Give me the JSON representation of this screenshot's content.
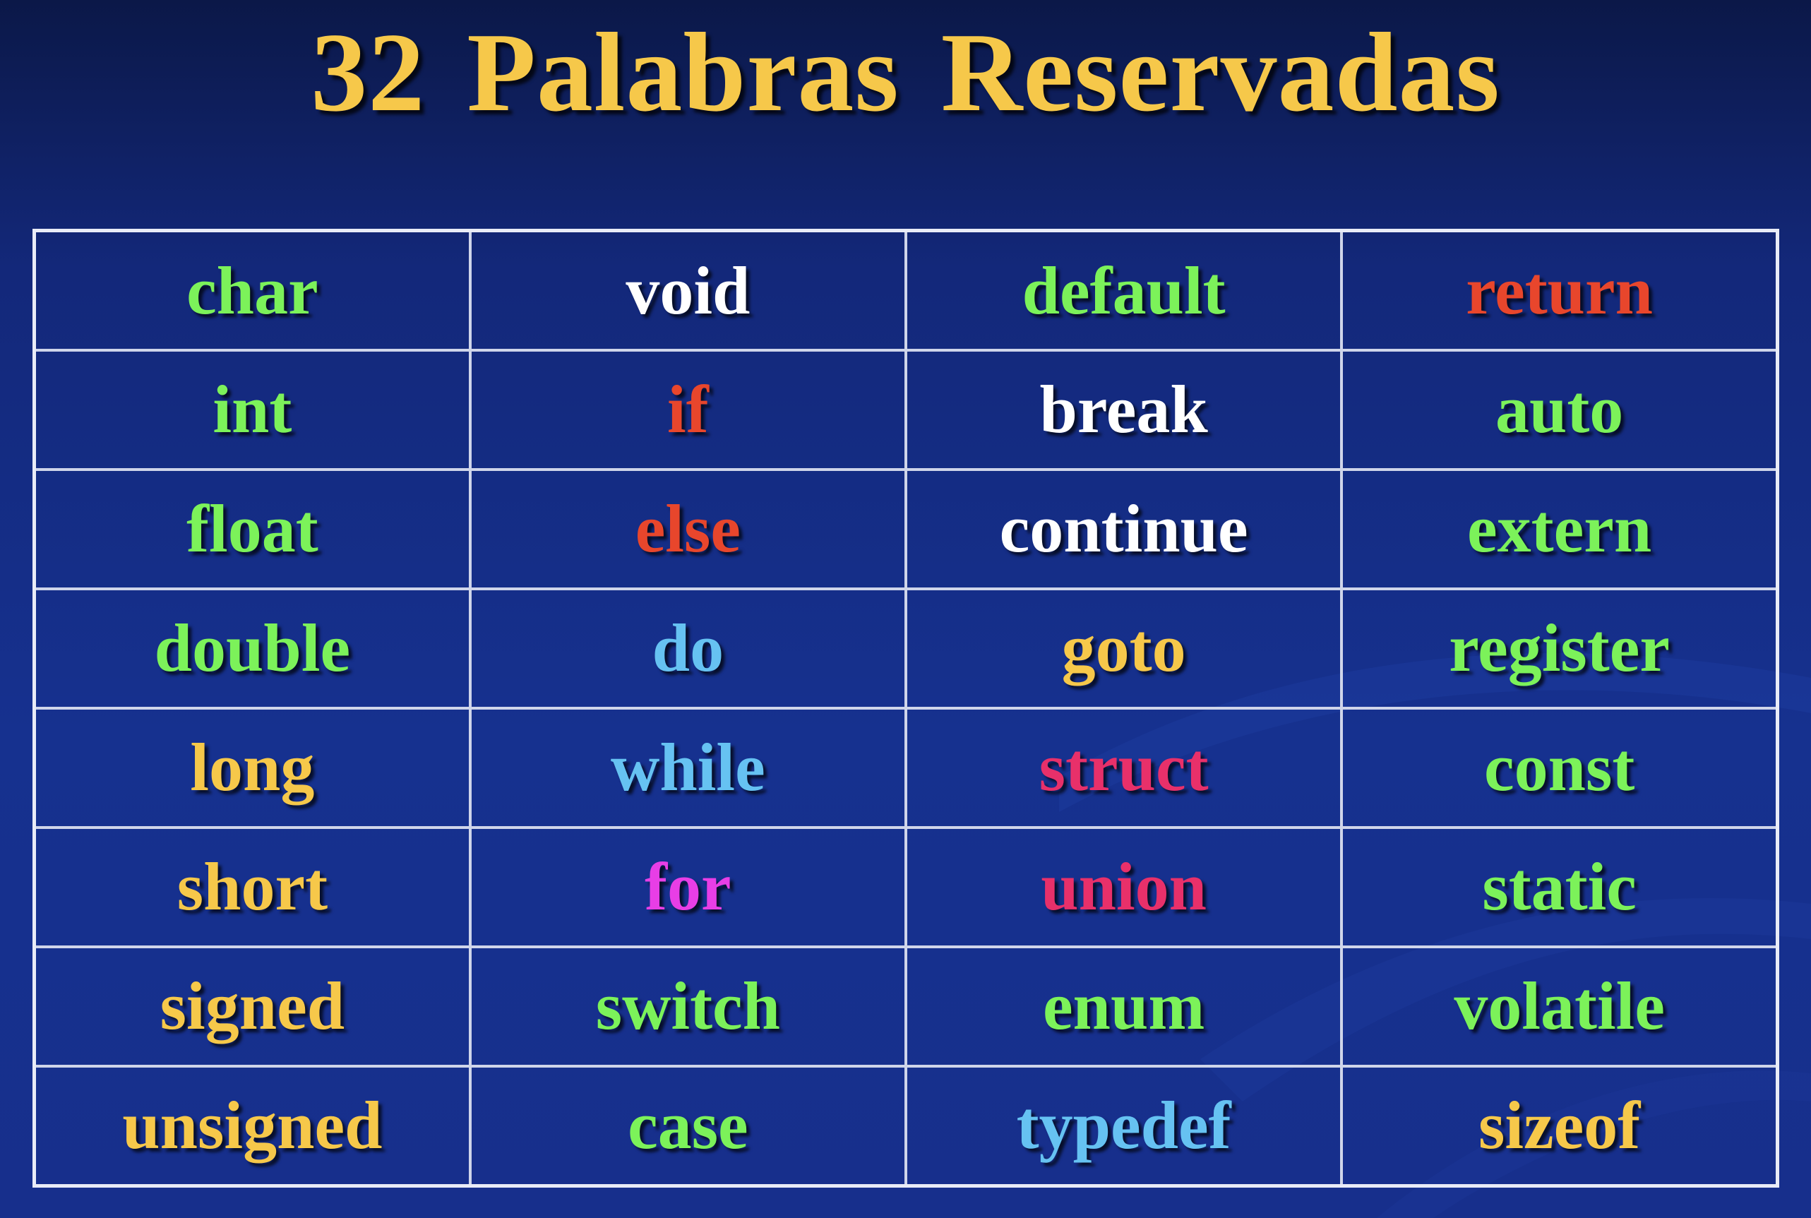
{
  "title": "32 Palabras Reservadas",
  "colors": {
    "green": "#7cf25a",
    "white": "#ffffff",
    "red": "#e8462c",
    "gold": "#f6c84a",
    "blue": "#66c2f2",
    "crimson": "#e8306a",
    "magenta": "#e83ee6",
    "background": "#16318f",
    "title": "#f6c84a"
  },
  "table": {
    "rows": [
      [
        {
          "word": "char",
          "color": "#7cf25a"
        },
        {
          "word": "void",
          "color": "#ffffff"
        },
        {
          "word": "default",
          "color": "#7cf25a"
        },
        {
          "word": "return",
          "color": "#e8462c"
        }
      ],
      [
        {
          "word": "int",
          "color": "#7cf25a"
        },
        {
          "word": "if",
          "color": "#e8462c"
        },
        {
          "word": "break",
          "color": "#ffffff"
        },
        {
          "word": "auto",
          "color": "#7cf25a"
        }
      ],
      [
        {
          "word": "float",
          "color": "#7cf25a"
        },
        {
          "word": "else",
          "color": "#e8462c"
        },
        {
          "word": "continue",
          "color": "#ffffff"
        },
        {
          "word": "extern",
          "color": "#7cf25a"
        }
      ],
      [
        {
          "word": "double",
          "color": "#7cf25a"
        },
        {
          "word": "do",
          "color": "#66c2f2"
        },
        {
          "word": "goto",
          "color": "#f6c84a"
        },
        {
          "word": "register",
          "color": "#7cf25a"
        }
      ],
      [
        {
          "word": "long",
          "color": "#f6c84a"
        },
        {
          "word": "while",
          "color": "#66c2f2"
        },
        {
          "word": "struct",
          "color": "#e8306a"
        },
        {
          "word": "const",
          "color": "#7cf25a"
        }
      ],
      [
        {
          "word": "short",
          "color": "#f6c84a"
        },
        {
          "word": "for",
          "color": "#e83ee6"
        },
        {
          "word": "union",
          "color": "#e8306a"
        },
        {
          "word": "static",
          "color": "#7cf25a"
        }
      ],
      [
        {
          "word": "signed",
          "color": "#f6c84a"
        },
        {
          "word": "switch",
          "color": "#7cf25a"
        },
        {
          "word": "enum",
          "color": "#7cf25a"
        },
        {
          "word": "volatile",
          "color": "#7cf25a"
        }
      ],
      [
        {
          "word": "unsigned",
          "color": "#f6c84a"
        },
        {
          "word": "case",
          "color": "#7cf25a"
        },
        {
          "word": "typedef",
          "color": "#66c2f2"
        },
        {
          "word": "sizeof",
          "color": "#f6c84a"
        }
      ]
    ]
  }
}
